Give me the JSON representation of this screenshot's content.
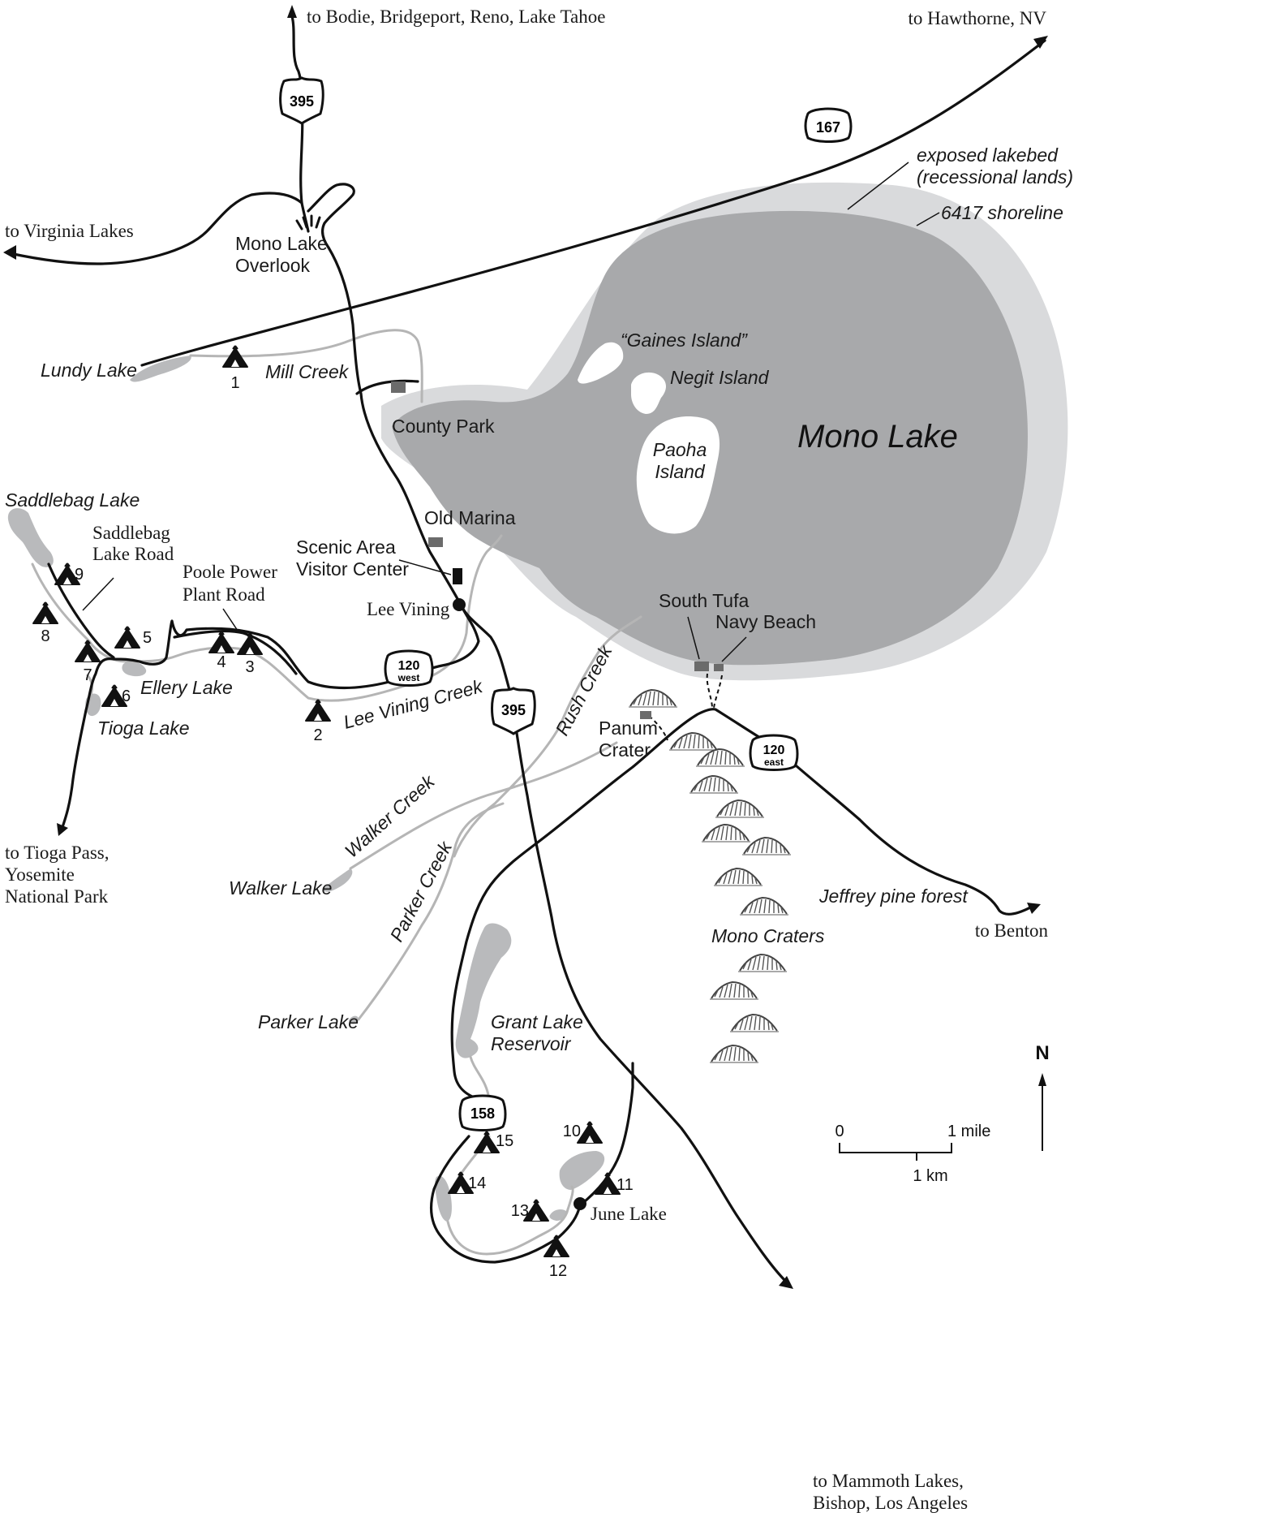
{
  "destinations": {
    "north": "to Bodie, Bridgeport, Reno, Lake Tahoe",
    "northeast": "to Hawthorne, NV",
    "west": "to Virginia Lakes",
    "southwest": [
      "to Tioga Pass,",
      "Yosemite",
      "National Park"
    ],
    "east": "to Benton",
    "south": [
      "to Mammoth Lakes,",
      "Bishop, Los Angeles"
    ]
  },
  "lake": {
    "name": "Mono Lake",
    "exposed_label": [
      "exposed lakebed",
      "(recessional lands)"
    ],
    "shoreline_label": "6417 shoreline",
    "islands": [
      "“Gaines Island”",
      "Negit Island",
      "Paoha",
      "Island"
    ]
  },
  "places": {
    "overlook": [
      "Mono Lake",
      "Overlook"
    ],
    "county_park": "County Park",
    "old_marina": "Old Marina",
    "visitor_center": [
      "Scenic Area",
      "Visitor Center"
    ],
    "lee_vining": "Lee Vining",
    "south_tufa": "South Tufa",
    "navy_beach": "Navy Beach",
    "panum": [
      "Panum",
      "Crater"
    ],
    "june_lake": "June Lake",
    "jeffrey": "Jeffrey pine forest",
    "mono_craters": "Mono Craters",
    "saddlebag_road": [
      "Saddlebag",
      "Lake Road"
    ],
    "poole_road": [
      "Poole Power",
      "Plant Road"
    ]
  },
  "water": {
    "lundy_lake": "Lundy Lake",
    "mill_creek": "Mill Creek",
    "saddlebag_lake": "Saddlebag Lake",
    "ellery_lake": "Ellery Lake",
    "tioga_lake": "Tioga Lake",
    "lee_vining_creek": "Lee Vining Creek",
    "rush_creek": "Rush Creek",
    "walker_creek": "Walker Creek",
    "walker_lake": "Walker Lake",
    "parker_creek": "Parker Creek",
    "parker_lake": "Parker Lake",
    "grant_lake": [
      "Grant Lake",
      "Reservoir"
    ]
  },
  "shields": {
    "us395_north": "395",
    "us395_south": "395",
    "sr167": "167",
    "sr120w_num": "120",
    "sr120w_dir": "west",
    "sr120e_num": "120",
    "sr120e_dir": "east",
    "sr158": "158"
  },
  "campgrounds": [
    "1",
    "2",
    "3",
    "4",
    "5",
    "6",
    "7",
    "8",
    "9",
    "10",
    "11",
    "12",
    "13",
    "14",
    "15"
  ],
  "scale": {
    "zero": "0",
    "mile": "1 mile",
    "km": "1 km"
  },
  "north_arrow": "N",
  "colors": {
    "lake": "#a8a9ab",
    "exposed_lakebed": "#d9dadc",
    "small_lakes": "#b9babc",
    "road": "#111111",
    "creek": "#b5b5b5",
    "facility": "#6b6b6b"
  }
}
